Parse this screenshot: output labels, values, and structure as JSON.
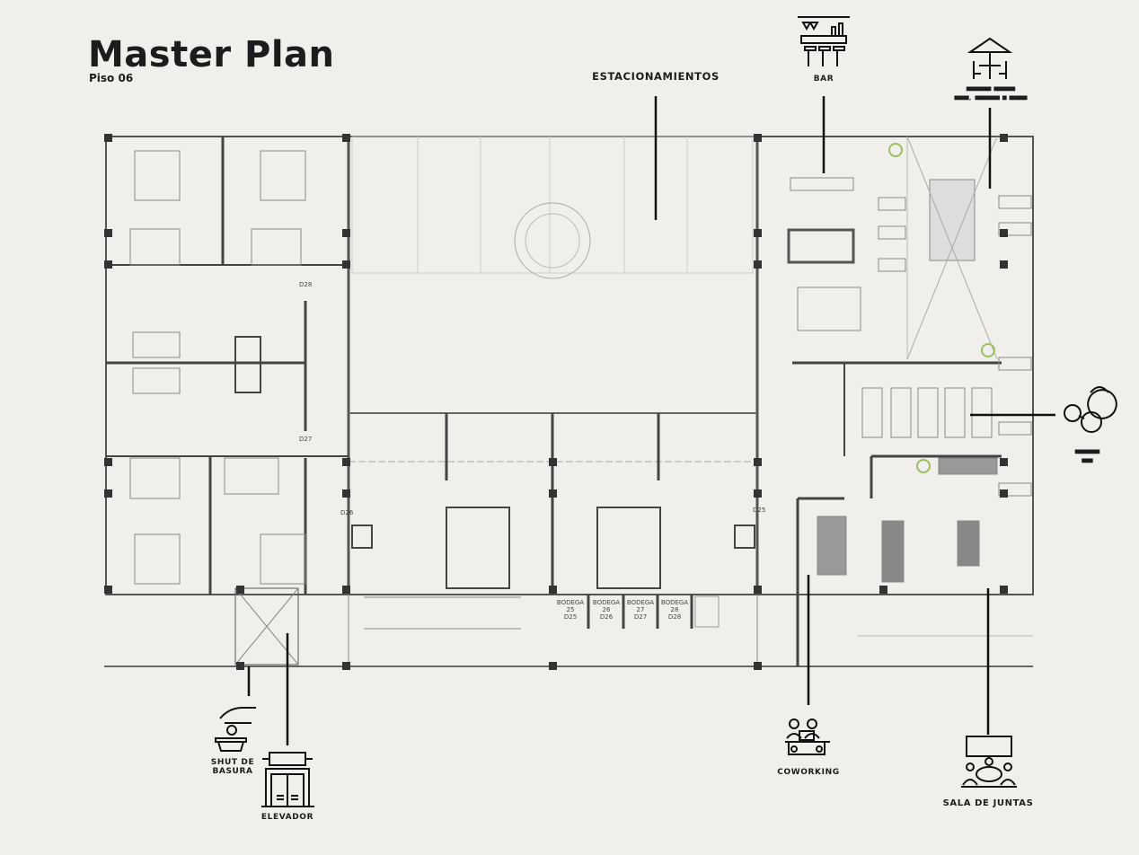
{
  "header": {
    "title": "Master Plan",
    "subtitle": "Piso 06"
  },
  "labels": {
    "parking": "ESTACIONAMIENTOS",
    "bar": "BAR",
    "terrace": "■■■■■■■ ■■■■■■\n■■■■, ■■■■■■■ ■ ■■■■■",
    "gym": "■■■■■■■\n■■■",
    "garbage_chute": "SHUT DE\nBASURA",
    "elevator": "ELEVADOR",
    "coworking": "COWORKING",
    "meeting_room": "SALA DE JUNTAS"
  },
  "plan_marks": {
    "doors": [
      "D28",
      "D27",
      "D26",
      "D25"
    ],
    "storage": [
      {
        "name": "BODEGA",
        "number": "25",
        "door": "D25"
      },
      {
        "name": "BODEGA",
        "number": "26",
        "door": "D26"
      },
      {
        "name": "BODEGA",
        "number": "27",
        "door": "D27"
      },
      {
        "name": "BODEGA",
        "number": "28",
        "door": "D28"
      }
    ]
  },
  "colors": {
    "background": "#f1efeb",
    "ink": "#1c1c1c",
    "wall": "#3a3a3a",
    "plant": "#9bbf5a"
  }
}
